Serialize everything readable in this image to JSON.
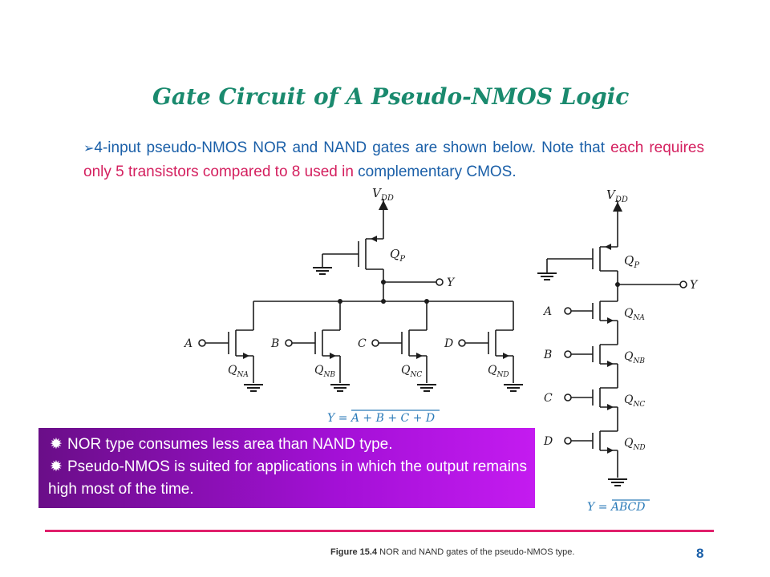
{
  "slide": {
    "title": "Gate Circuit of A Pseudo-NMOS Logic",
    "bullet": {
      "part1": "4-input pseudo-NMOS NOR and NAND gates are shown below. Note that ",
      "highlight": "each requires only 5 transistors compared to 8 used in",
      "part2": " complementary CMOS."
    },
    "notes": [
      "NOR type consumes less area than NAND type.",
      "Pseudo-NMOS is suited for applications in which the output remains high most of the time."
    ],
    "caption_label": "Figure 15.4",
    "caption_text": " NOR and NAND gates of the pseudo-NMOS type.",
    "page_number": "8"
  },
  "nor_circuit": {
    "supply_main": "V",
    "supply_sub": "DD",
    "pullup_main": "Q",
    "pullup_sub": "P",
    "output": "Y",
    "inputs": [
      {
        "label": "A",
        "q_main": "Q",
        "q_sub": "NA"
      },
      {
        "label": "B",
        "q_main": "Q",
        "q_sub": "NB"
      },
      {
        "label": "C",
        "q_main": "Q",
        "q_sub": "NC"
      },
      {
        "label": "D",
        "q_main": "Q",
        "q_sub": "ND"
      }
    ],
    "equation_lhs": "Y = ",
    "equation_rhs": "A + B + C + D"
  },
  "nand_circuit": {
    "supply_main": "V",
    "supply_sub": "DD",
    "pullup_main": "Q",
    "pullup_sub": "P",
    "output": "Y",
    "inputs": [
      {
        "label": "A",
        "q_main": "Q",
        "q_sub": "NA"
      },
      {
        "label": "B",
        "q_main": "Q",
        "q_sub": "NB"
      },
      {
        "label": "C",
        "q_main": "Q",
        "q_sub": "NC"
      },
      {
        "label": "D",
        "q_main": "Q",
        "q_sub": "ND"
      }
    ],
    "equation_lhs": "Y = ",
    "equation_rhs": "ABCD"
  },
  "icons": {
    "bullet": "arrow-bullet-icon",
    "note_bullet": "star-burst-icon"
  },
  "colors": {
    "title": "#1a8a6e",
    "body_text": "#1a5fa8",
    "highlight": "#d4205f",
    "note_box_start": "#6a0e88",
    "note_box_end": "#c41bf0",
    "rule": "#e0206c",
    "equation": "#2a7ab8"
  }
}
